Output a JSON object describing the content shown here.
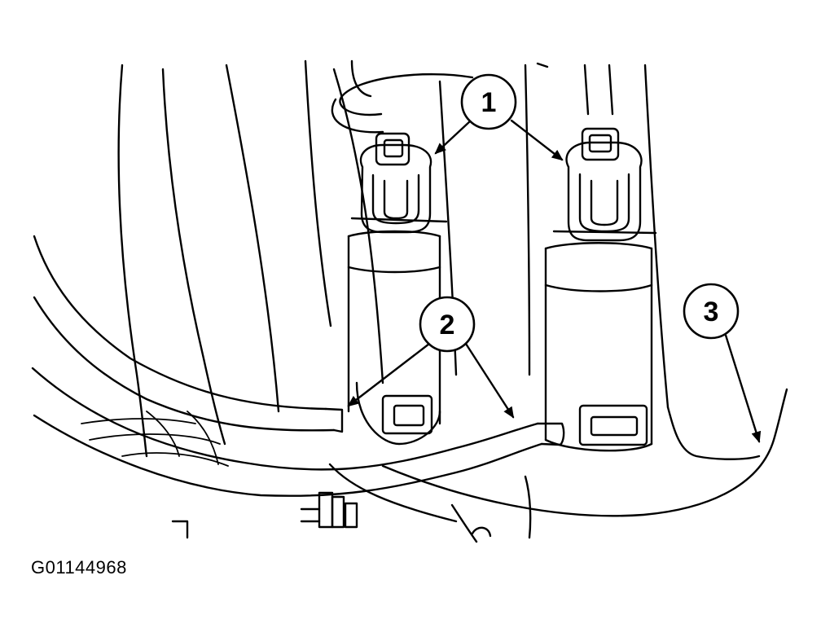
{
  "figure": {
    "id_label": "G01144968"
  },
  "callouts": [
    {
      "label": "1"
    },
    {
      "label": "2"
    },
    {
      "label": "3"
    }
  ],
  "colors": {
    "line": "#000000",
    "background": "#ffffff"
  }
}
